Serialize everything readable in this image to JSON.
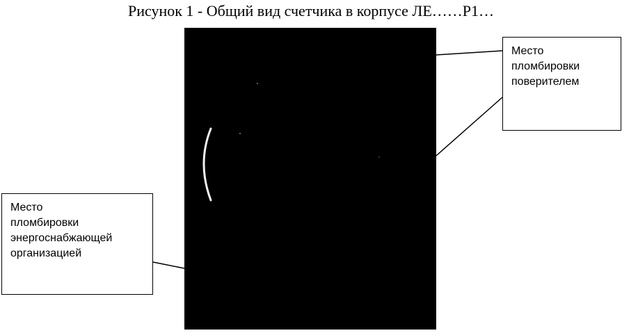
{
  "caption": "Рисунок 1 - Общий вид счетчика в корпусе ЛЕ……Р1…",
  "callouts": {
    "verifier": {
      "lines": [
        "Место",
        "пломбировки",
        "поверителем"
      ]
    },
    "supplier": {
      "lines": [
        "Место",
        "пломбировки",
        "энергоснабжающей",
        "организацией"
      ]
    }
  }
}
